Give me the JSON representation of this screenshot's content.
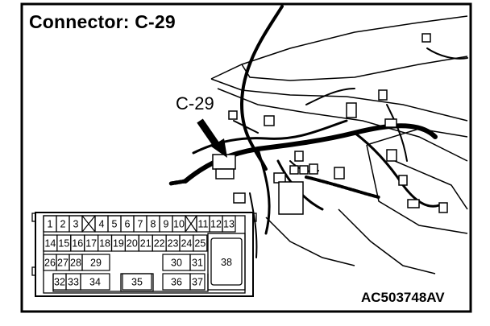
{
  "title": "Connector: C-29",
  "callout_label": "C-29",
  "figure_id": "AC503748AV",
  "pins": {
    "row1": [
      "1",
      "2",
      "3",
      "4",
      "5",
      "6",
      "7",
      "8",
      "9",
      "10",
      "11",
      "12",
      "13"
    ],
    "row2": [
      "14",
      "15",
      "16",
      "17",
      "18",
      "19",
      "20",
      "21",
      "22",
      "23",
      "24",
      "25"
    ],
    "row3": [
      "26",
      "27",
      "28",
      "29",
      "30",
      "31"
    ],
    "row4": [
      "32",
      "33",
      "34",
      "35",
      "36",
      "37"
    ],
    "big": "38"
  }
}
